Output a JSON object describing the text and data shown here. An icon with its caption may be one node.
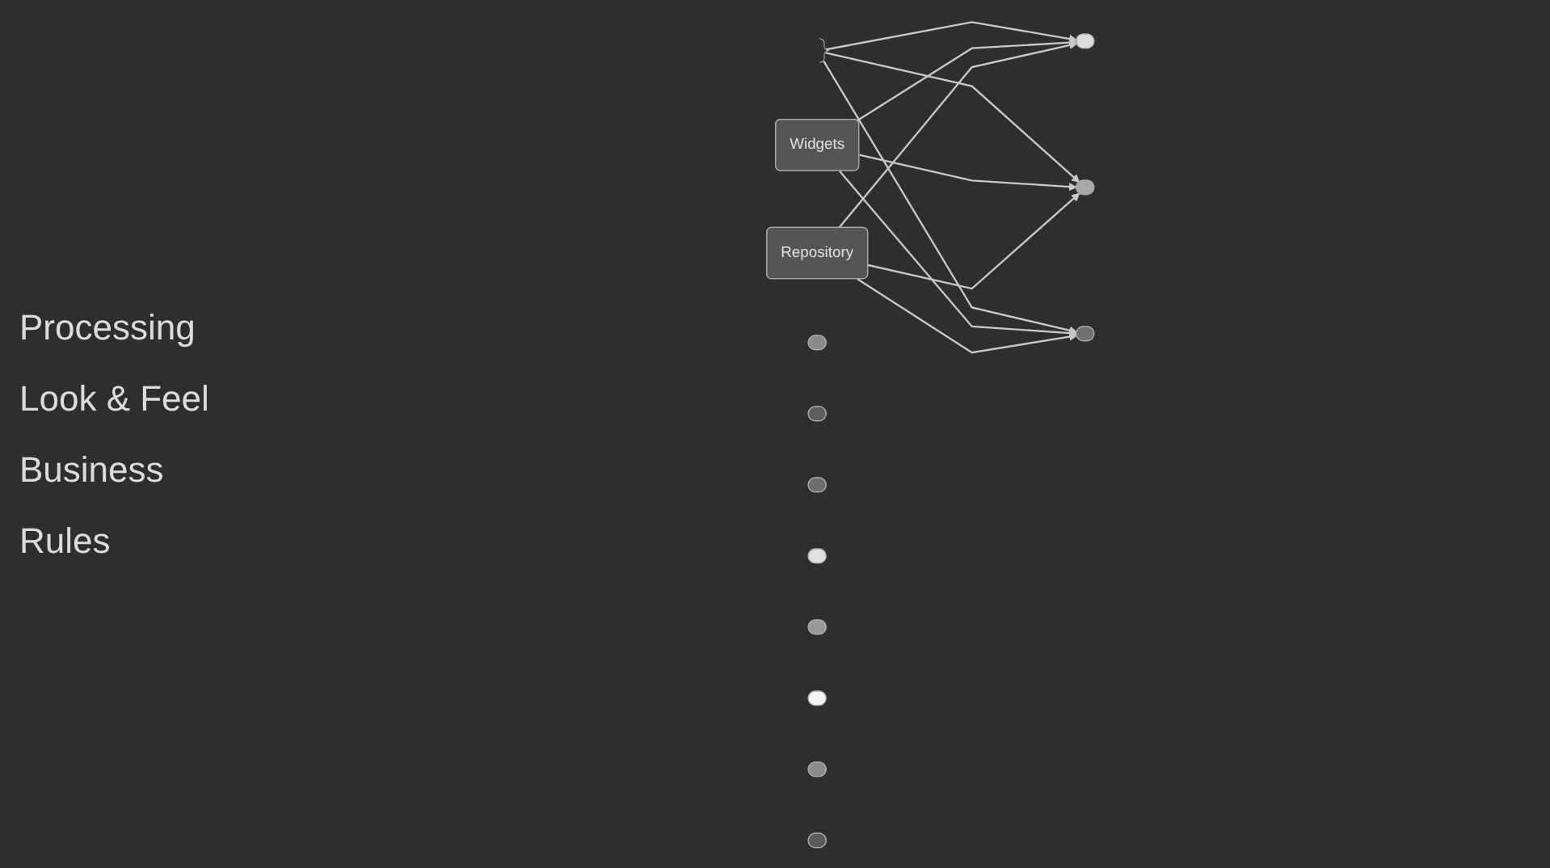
{
  "diagram": {
    "nodes": [
      {
        "text": [],
        "shape": "ellipse"
      },
      {
        "text": [],
        "shape": "ellipse"
      },
      {
        "text": [],
        "shape": "ellipse"
      },
      {
        "text": [],
        "shape": "ellipse"
      },
      {
        "text": [],
        "shape": "ellipse"
      },
      {
        "text": [],
        "shape": "ellipse"
      },
      {
        "text": [],
        "shape": "ellipse"
      },
      {
        "text": [],
        "shape": "ellipse"
      },
      {
        "text": [],
        "shape": "brace"
      },
      {
        "text": [
          "Widgets"
        ]
      },
      {
        "text": [
          "Repository"
        ]
      },
      {
        "text": [],
        "shape": "ellipse"
      },
      {
        "text": [],
        "shape": "ellipse"
      },
      {
        "text": [],
        "shape": "ellipse"
      }
    ],
    "edges": [
      {
        "from": 8,
        "to": 11,
        "arrow": "to"
      },
      {
        "from": 8,
        "to": 12,
        "arrow": "to"
      },
      {
        "from": 8,
        "to": 13,
        "arrow": "to"
      },
      {
        "from": 9,
        "to": 11,
        "arrow": "to"
      },
      {
        "from": 9,
        "to": 12,
        "arrow": "to"
      },
      {
        "from": 9,
        "to": 13,
        "arrow": "to"
      },
      {
        "from": 10,
        "to": 11,
        "arrow": "to"
      },
      {
        "from": 10,
        "to": 12,
        "arrow": "to"
      },
      {
        "from": 10,
        "to": 13,
        "arrow": "to"
      }
    ],
    "labels": [
      "Processing",
      "Look & Feel",
      "Business",
      "Rules"
    ]
  }
}
